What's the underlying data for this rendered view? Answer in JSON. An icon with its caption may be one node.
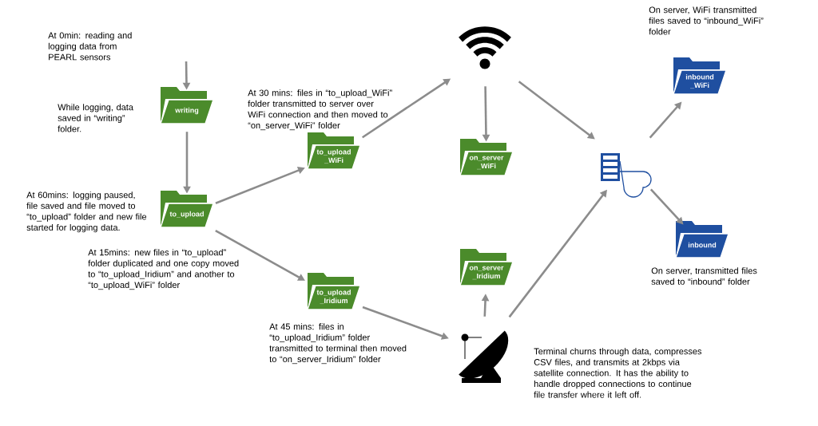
{
  "diagram": {
    "nodes": [
      {
        "text": [
          "writing"
        ],
        "beside": [
          "While logging, data saved in “writing” folder."
        ]
      },
      {
        "text": [
          "to_upload"
        ],
        "beside": [
          "At 60mins: logging paused, file saved and file moved to “to_upload” folder and new file started for logging data."
        ]
      },
      {
        "text": [
          "to_upload _WiFi"
        ],
        "beside": [
          "At 30 mins: files in “to_upload_WiFi” folder transmitted to server over WiFi connection and then moved to “on_server_WiFi” folder"
        ]
      },
      {
        "text": [
          "to_upload _Iridium"
        ],
        "beside": [
          "At 45 mins: files in “to_upload_Iridium” folder transmitted to terminal then moved to “on_server_Iridium” folder"
        ]
      },
      {
        "text": [],
        "shape": "picture"
      },
      {
        "text": [
          "on_server _WiFi"
        ]
      },
      {
        "text": [],
        "shape": "picture"
      },
      {
        "text": [
          "inbound _WiFi"
        ],
        "beside": [
          "On server, WiFi transmitted files saved to “inbound_WiFi” folder"
        ]
      },
      {
        "text": [
          "inbound"
        ],
        "beside": [
          "On server, transmitted files saved to “inbound” folder"
        ]
      },
      {
        "text": [
          "on_server _Iridium"
        ]
      },
      {
        "text": [],
        "shape": "picture",
        "beside": [
          "Terminal churns through data, compresses CSV files, and transmits at 2kbps via satellite connection. It has the ability to handle dropped connections to continue file transfer where it left off."
        ]
      }
    ],
    "edges": [
      {
        "from": null,
        "to": 0,
        "arrow": "to"
      },
      {
        "from": 0,
        "to": 1,
        "arrow": "to"
      },
      {
        "from": 1,
        "to": 2,
        "arrow": "to"
      },
      {
        "from": 1,
        "to": 3,
        "arrow": "to"
      },
      {
        "from": 2,
        "to": 4,
        "arrow": "to"
      },
      {
        "from": 4,
        "to": 5,
        "arrow": "to"
      },
      {
        "from": 4,
        "to": 6,
        "arrow": "to"
      },
      {
        "from": 6,
        "to": 7,
        "arrow": "to"
      },
      {
        "from": 6,
        "to": 8,
        "arrow": "to"
      },
      {
        "from": 3,
        "to": 10,
        "arrow": "to"
      },
      {
        "from": 10,
        "to": 9,
        "arrow": "to"
      },
      {
        "from": 10,
        "to": 6,
        "arrow": "to"
      }
    ],
    "labels": [
      "At 0min: reading and logging data from PEARL sensors",
      "At 15mins: new files in “to_upload” folder duplicated and one copy moved to “to_upload_Iridium” and another to “to_upload_WiFi” folder"
    ]
  }
}
